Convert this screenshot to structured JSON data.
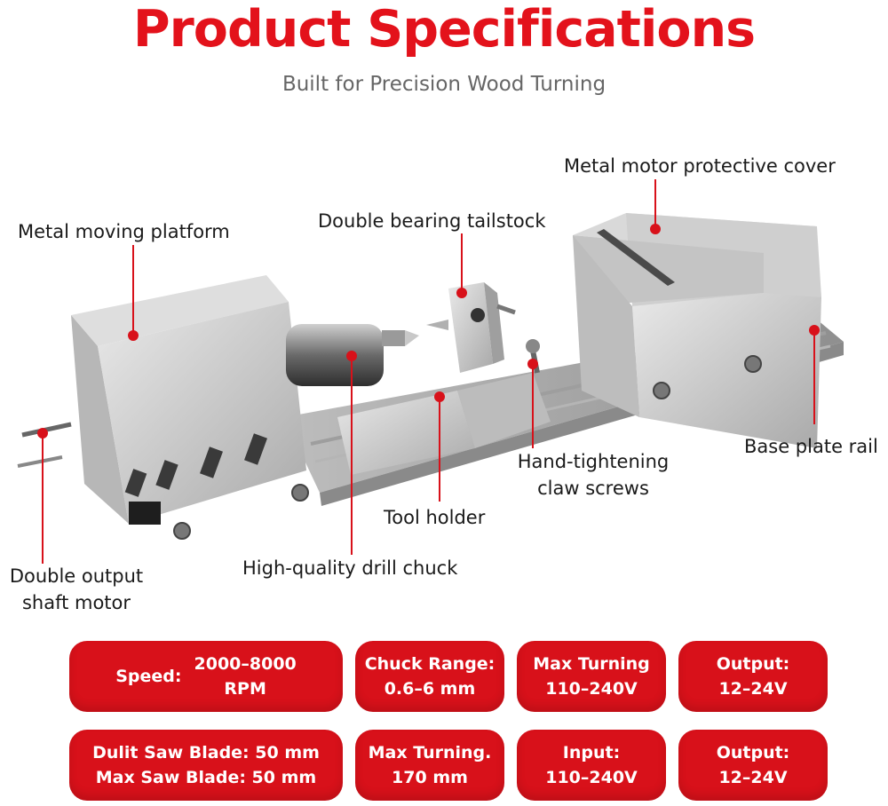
{
  "header": {
    "title": "Product Specifications",
    "subtitle": "Built for Precision Wood Turning"
  },
  "callouts": {
    "metal_motor_cover": "Metal motor protective cover",
    "metal_moving_platform": "Metal moving platform",
    "double_bearing_tailstock": "Double bearing tailstock",
    "base_plate_rail": "Base plate rail",
    "hand_tightening_line1": "Hand-tightening",
    "hand_tightening_line2": "claw screws",
    "tool_holder": "Tool holder",
    "drill_chuck": "High-quality drill chuck",
    "motor_line1": "Double output",
    "motor_line2": "shaft motor"
  },
  "specs": {
    "speed_label": "Speed:",
    "speed_value_line1": "2000–8000",
    "speed_value_line2": "RPM",
    "chuck_label": "Chuck Range:",
    "chuck_value": "0.6–6 mm",
    "max_turning_label": "Max Turning",
    "max_turning_value": "110–240V",
    "output_label": "Output:",
    "output_value": "12–24V",
    "saw_line1": "Dulit Saw Blade: 50 mm",
    "saw_line2": "Max Saw Blade: 50 mm",
    "max_turning2_label": "Max Turning.",
    "max_turning2_value": "170 mm",
    "input_label": "Input:",
    "input_value": "110–240V",
    "output2_label": "Output:",
    "output2_value": "12–24V"
  },
  "colors": {
    "accent_red": "#e3121b",
    "badge_red": "#d8111a"
  }
}
